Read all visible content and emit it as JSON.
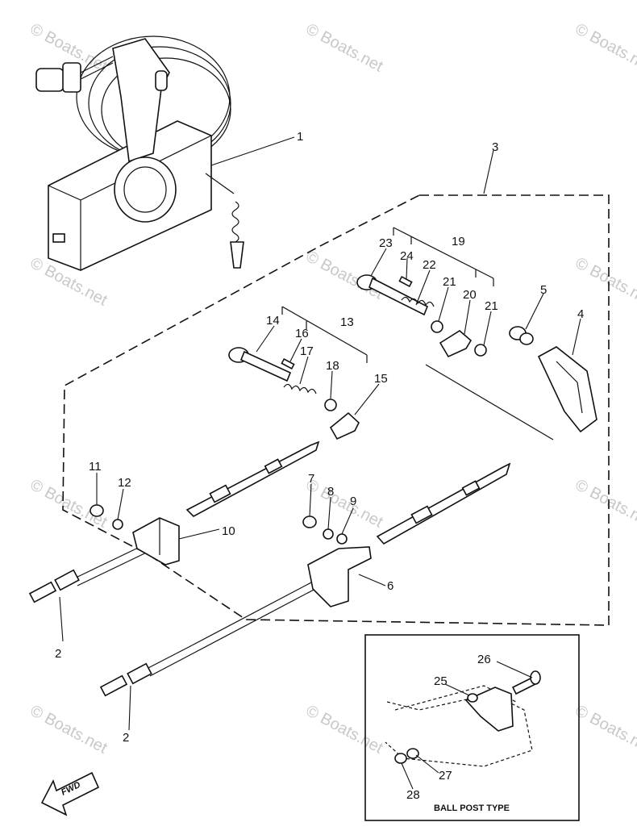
{
  "watermark": {
    "text": "© Boats.net"
  },
  "part_labels": [
    {
      "id": "1",
      "text": "1"
    },
    {
      "id": "2a",
      "text": "2"
    },
    {
      "id": "2b",
      "text": "2"
    },
    {
      "id": "3",
      "text": "3"
    },
    {
      "id": "4",
      "text": "4"
    },
    {
      "id": "5",
      "text": "5"
    },
    {
      "id": "6",
      "text": "6"
    },
    {
      "id": "7",
      "text": "7"
    },
    {
      "id": "8",
      "text": "8"
    },
    {
      "id": "9",
      "text": "9"
    },
    {
      "id": "10",
      "text": "10"
    },
    {
      "id": "11",
      "text": "11"
    },
    {
      "id": "12",
      "text": "12"
    },
    {
      "id": "13",
      "text": "13"
    },
    {
      "id": "14",
      "text": "14"
    },
    {
      "id": "15",
      "text": "15"
    },
    {
      "id": "16",
      "text": "16"
    },
    {
      "id": "17",
      "text": "17"
    },
    {
      "id": "18",
      "text": "18"
    },
    {
      "id": "19",
      "text": "19"
    },
    {
      "id": "20",
      "text": "20"
    },
    {
      "id": "21a",
      "text": "21"
    },
    {
      "id": "21b",
      "text": "21"
    },
    {
      "id": "22",
      "text": "22"
    },
    {
      "id": "23",
      "text": "23"
    },
    {
      "id": "24",
      "text": "24"
    },
    {
      "id": "25",
      "text": "25"
    },
    {
      "id": "26",
      "text": "26"
    },
    {
      "id": "27",
      "text": "27"
    },
    {
      "id": "28",
      "text": "28"
    }
  ],
  "inset": {
    "title": "BALL POST TYPE"
  },
  "direction_arrow": {
    "text": "FWD"
  }
}
